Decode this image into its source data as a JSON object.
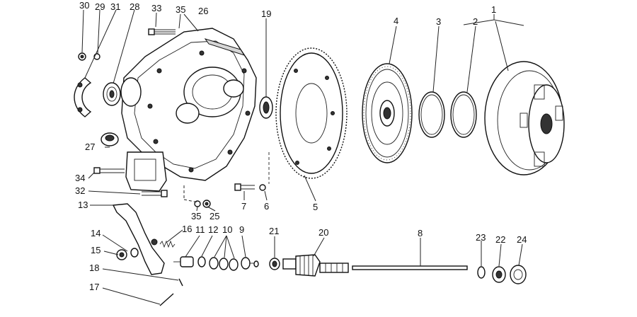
{
  "diagram": {
    "callouts": {
      "n1": "1",
      "n2": "2",
      "n3": "3",
      "n4": "4",
      "n5": "5",
      "n6": "6",
      "n7": "7",
      "n8": "8",
      "n9": "9",
      "n10": "10",
      "n11": "11",
      "n12": "12",
      "n13": "13",
      "n14": "14",
      "n15": "15",
      "n16": "16",
      "n17": "17",
      "n18": "18",
      "n19": "19",
      "n20": "20",
      "n21": "21",
      "n22": "22",
      "n23": "23",
      "n24": "24",
      "n25": "25",
      "n26": "26",
      "n27": "27",
      "n28": "28",
      "n29": "29",
      "n30": "30",
      "n31": "31",
      "n32": "32",
      "n33": "33",
      "n34": "34",
      "n35a": "35",
      "n35b": "35"
    }
  }
}
